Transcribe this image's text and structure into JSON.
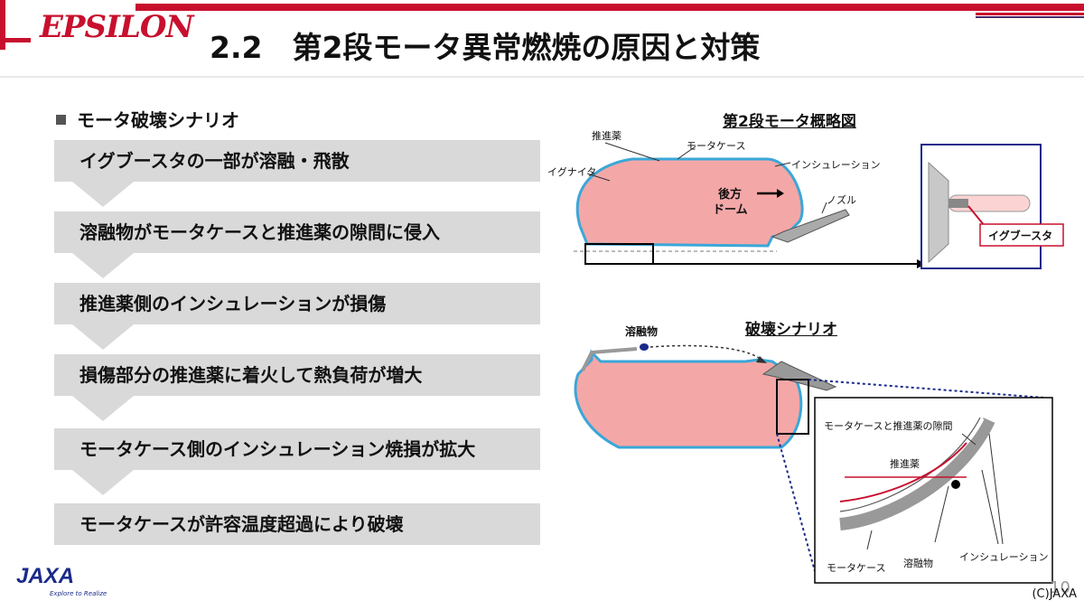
{
  "header": {
    "logo_main": "EPSILON",
    "title": "2.2　第2段モータ異常燃焼の原因と対策"
  },
  "scenario": {
    "heading": "モータ破壊シナリオ",
    "steps": [
      "イグブースタの一部が溶融・飛散",
      "溶融物がモータケースと推進薬の隙間に侵入",
      "推進薬側のインシュレーションが損傷",
      "損傷部分の推進薬に着火して熱負荷が増大",
      "モータケース側のインシュレーション焼損が拡大",
      "モータケースが許容温度超過により破壊"
    ]
  },
  "figure1": {
    "title": "第2段モータ概略図",
    "labels": {
      "propellant": "推進薬",
      "motor_case": "モータケース",
      "insulation": "インシュレーション",
      "igniter": "イグナイタ",
      "aft_dome_1": "後方",
      "aft_dome_2": "ドーム",
      "nozzle": "ノズル",
      "igbooster": "イグブースタ"
    }
  },
  "figure2": {
    "title": "破壊シナリオ",
    "labels": {
      "molten": "溶融物",
      "gap": "モータケースと推進薬の隙間",
      "propellant": "推進薬",
      "motor_case": "モータケース",
      "molten2": "溶融物",
      "insulation": "インシュレーション"
    }
  },
  "footer": {
    "page_number": "10",
    "copyright": "(C)JAXA",
    "org_logo": "JAXA",
    "org_tagline": "Explore to Realize"
  },
  "colors": {
    "brand_red": "#c8102e",
    "propellant_pink": "#f4a7a7",
    "insulation_blue": "#3aa7d8",
    "step_gray": "#d9d9d9",
    "frame_navy": "#1b2a8a"
  }
}
